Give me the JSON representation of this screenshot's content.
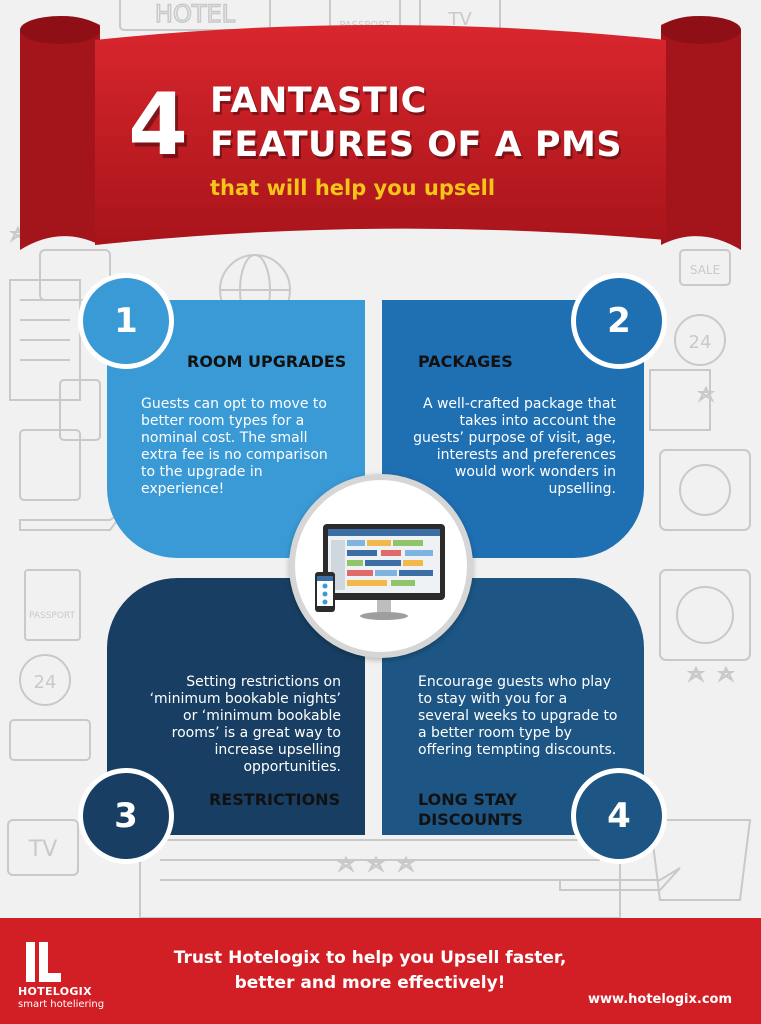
{
  "title": {
    "number": "4",
    "line1": "FANTASTIC",
    "line2": "FEATURES OF A PMS",
    "subtitle": "that will help you upsell"
  },
  "features": [
    {
      "number": "1",
      "heading": "ROOM UPGRADES",
      "text": "Guests can opt to move to better room types for a nominal cost. The small extra fee is no comparison to the upgrade in experience!"
    },
    {
      "number": "2",
      "heading": "PACKAGES",
      "text": "A well-crafted package that takes into account the guests’ purpose of visit, age, interests and preferences would work wonders in upselling."
    },
    {
      "number": "3",
      "heading": "RESTRICTIONS",
      "text": "Setting restrictions on ‘minimum bookable nights’ or ‘minimum bookable rooms’ is a great way to increase upselling opportunities."
    },
    {
      "number": "4",
      "heading_line1": "LONG STAY",
      "heading_line2": "DISCOUNTS",
      "text": "Encourage guests who play to stay with you for a several weeks to upgrade to a better room type by offering tempting discounts."
    }
  ],
  "footer": {
    "tagline_line1": "Trust Hotelogix to help you Upsell faster,",
    "tagline_line2": "better and more effectively!",
    "url": "www.hotelogix.com",
    "logo_name": "HOTELOGIX",
    "logo_tagline": "smart hoteliering"
  },
  "doodles": {
    "hotel_sign": "HOTEL",
    "passport_label": "PASSPORT",
    "tv_label": "TV",
    "sale_label": "SALE",
    "clock_label": "24"
  },
  "colors": {
    "ribbon_red": "#c8161d",
    "footer_red": "#d21f26",
    "panel1": "#3a9ad6",
    "panel2": "#1f6fb3",
    "panel3": "#183f63",
    "panel4": "#1d5685",
    "subtitle_yellow": "#f5c518"
  }
}
